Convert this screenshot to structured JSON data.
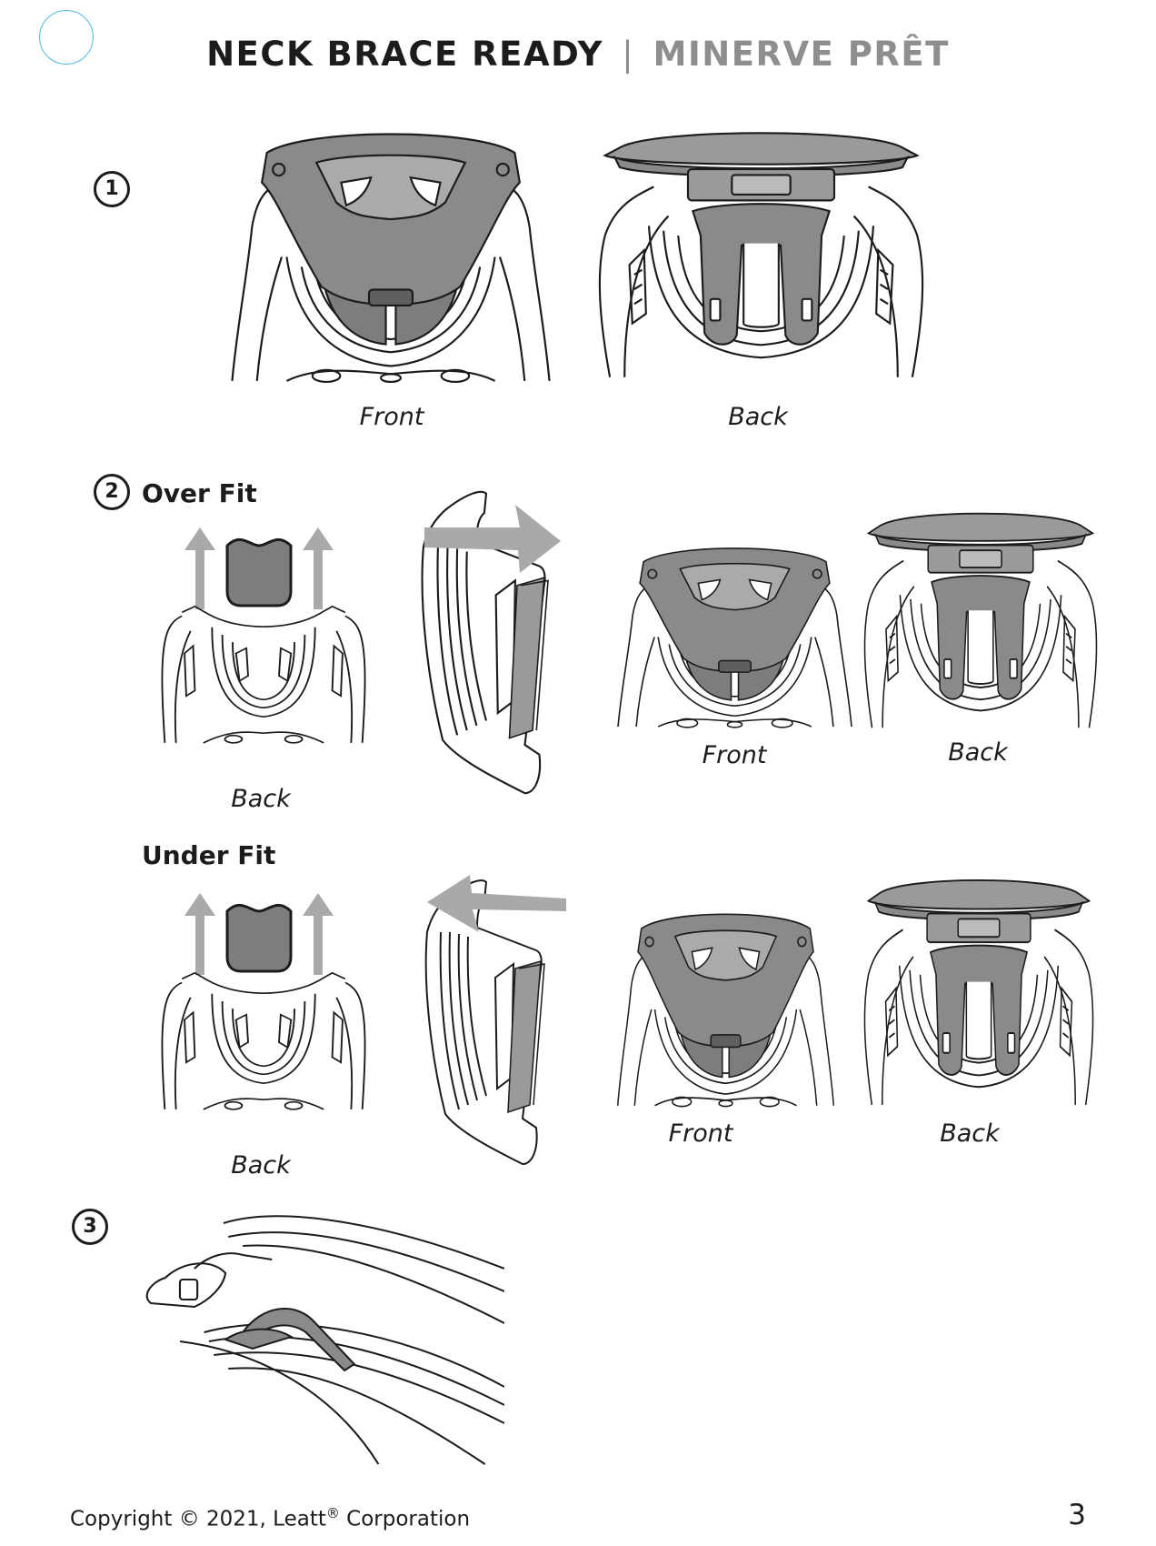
{
  "header": {
    "title_main": "NECK BRACE READY",
    "separator": "|",
    "title_alt": "MINERVE PRÊT"
  },
  "steps": [
    {
      "number": "1",
      "captions": {
        "front": "Front",
        "back": "Back"
      }
    },
    {
      "number": "2",
      "title": "Over Fit",
      "captions": {
        "left_back": "Back",
        "front": "Front",
        "back": "Back"
      }
    },
    {
      "title": "Under Fit",
      "captions": {
        "left_back": "Back",
        "front": "Front",
        "back": "Back"
      }
    },
    {
      "number": "3"
    }
  ],
  "footer": {
    "copyright_prefix": "Copyright © 2021, Leatt",
    "registered_mark": "®",
    "copyright_suffix": " Corporation",
    "page_number": "3"
  },
  "colors": {
    "ink": "#1c1c1c",
    "pad_gray": "#8a8a8a",
    "arrow_gray": "#a9a9a9",
    "subtitle_gray": "#8e8e8e",
    "corner_circle": "#52b8e6"
  }
}
